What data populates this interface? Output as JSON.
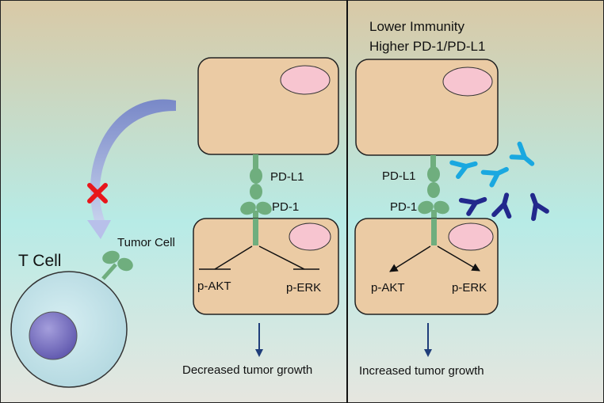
{
  "left_panel": {
    "t_cell_label": "T Cell",
    "tumor_cell_label": "Tumor Cell",
    "pd_l1_label": "PD-L1",
    "pd_1_label": "PD-1",
    "p_akt_label": "p-AKT",
    "p_erk_label": "p-ERK",
    "outcome_label": "Decreased tumor growth"
  },
  "right_panel": {
    "heading_line1": "Lower Immunity",
    "heading_line2": "Higher PD-1/PD-L1",
    "pd_l1_label": "PD-L1",
    "pd_1_label": "PD-1",
    "p_akt_label": "p-AKT",
    "p_erk_label": "p-ERK",
    "outcome_label": "Increased tumor growth"
  },
  "colors": {
    "background_top": "#d9c9a6",
    "background_mid": "#b7ebe6",
    "background_bottom": "#e6e6df",
    "cell_fill": "#ebcba4",
    "nucleus_fill": "#f7c5d0",
    "receptor_green": "#6fae7e",
    "t_cell_outer": "#c4e2e8",
    "t_cell_nucleus": "#7e76c4",
    "antibody_light": "#1aa8e0",
    "antibody_dark": "#22288c",
    "arrow_blue": "#8f9bd6",
    "block_mark": "#e8161b"
  },
  "icons": [
    "antibody-icon",
    "red-cross-icon",
    "curved-arrow-icon"
  ]
}
